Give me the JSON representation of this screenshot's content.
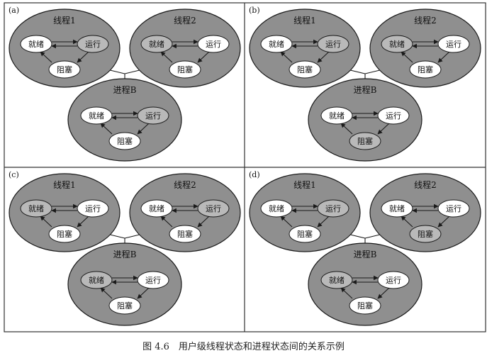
{
  "caption": "图 4.6　用户级线程状态和进程状态间的关系示例",
  "panels": [
    {
      "label": "(a)",
      "thread1": {
        "title": "线程1",
        "states": {
          "ready": "就绪",
          "running": "运行",
          "blocked": "阻塞"
        },
        "highlight": "running"
      },
      "thread2": {
        "title": "线程2",
        "states": {
          "ready": "就绪",
          "running": "运行",
          "blocked": "阻塞"
        },
        "highlight": "ready"
      },
      "process": {
        "title": "进程B",
        "states": {
          "ready": "就绪",
          "running": "运行",
          "blocked": "阻塞"
        },
        "highlight": "running"
      }
    },
    {
      "label": "(b)",
      "thread1": {
        "title": "线程1",
        "states": {
          "ready": "就绪",
          "running": "运行",
          "blocked": "阻塞"
        },
        "highlight": "running"
      },
      "thread2": {
        "title": "线程2",
        "states": {
          "ready": "就绪",
          "running": "运行",
          "blocked": "阻塞"
        },
        "highlight": "ready"
      },
      "process": {
        "title": "进程B",
        "states": {
          "ready": "就绪",
          "running": "运行",
          "blocked": "阻塞"
        },
        "highlight": "blocked"
      }
    },
    {
      "label": "(c)",
      "thread1": {
        "title": "线程1",
        "states": {
          "ready": "就绪",
          "running": "运行",
          "blocked": "阻塞"
        },
        "highlight": "ready"
      },
      "thread2": {
        "title": "线程2",
        "states": {
          "ready": "就绪",
          "running": "运行",
          "blocked": "阻塞"
        },
        "highlight": "running"
      },
      "process": {
        "title": "进程B",
        "states": {
          "ready": "就绪",
          "running": "运行",
          "blocked": "阻塞"
        },
        "highlight": "ready"
      }
    },
    {
      "label": "(d)",
      "thread1": {
        "title": "线程1",
        "states": {
          "ready": "就绪",
          "running": "运行",
          "blocked": "阻塞"
        },
        "highlight": "running"
      },
      "thread2": {
        "title": "线程2",
        "states": {
          "ready": "就绪",
          "running": "运行",
          "blocked": "阻塞"
        },
        "highlight": "blocked"
      },
      "process": {
        "title": "进程B",
        "states": {
          "ready": "就绪",
          "running": "运行",
          "blocked": "阻塞"
        },
        "highlight": "ready"
      }
    }
  ],
  "colors": {
    "big_ellipse": "#8f8f8f",
    "state_fill": "#ffffff",
    "state_highlight": "#b9b9b9",
    "stroke": "#1a1a1a",
    "grid_line": "#333333"
  }
}
